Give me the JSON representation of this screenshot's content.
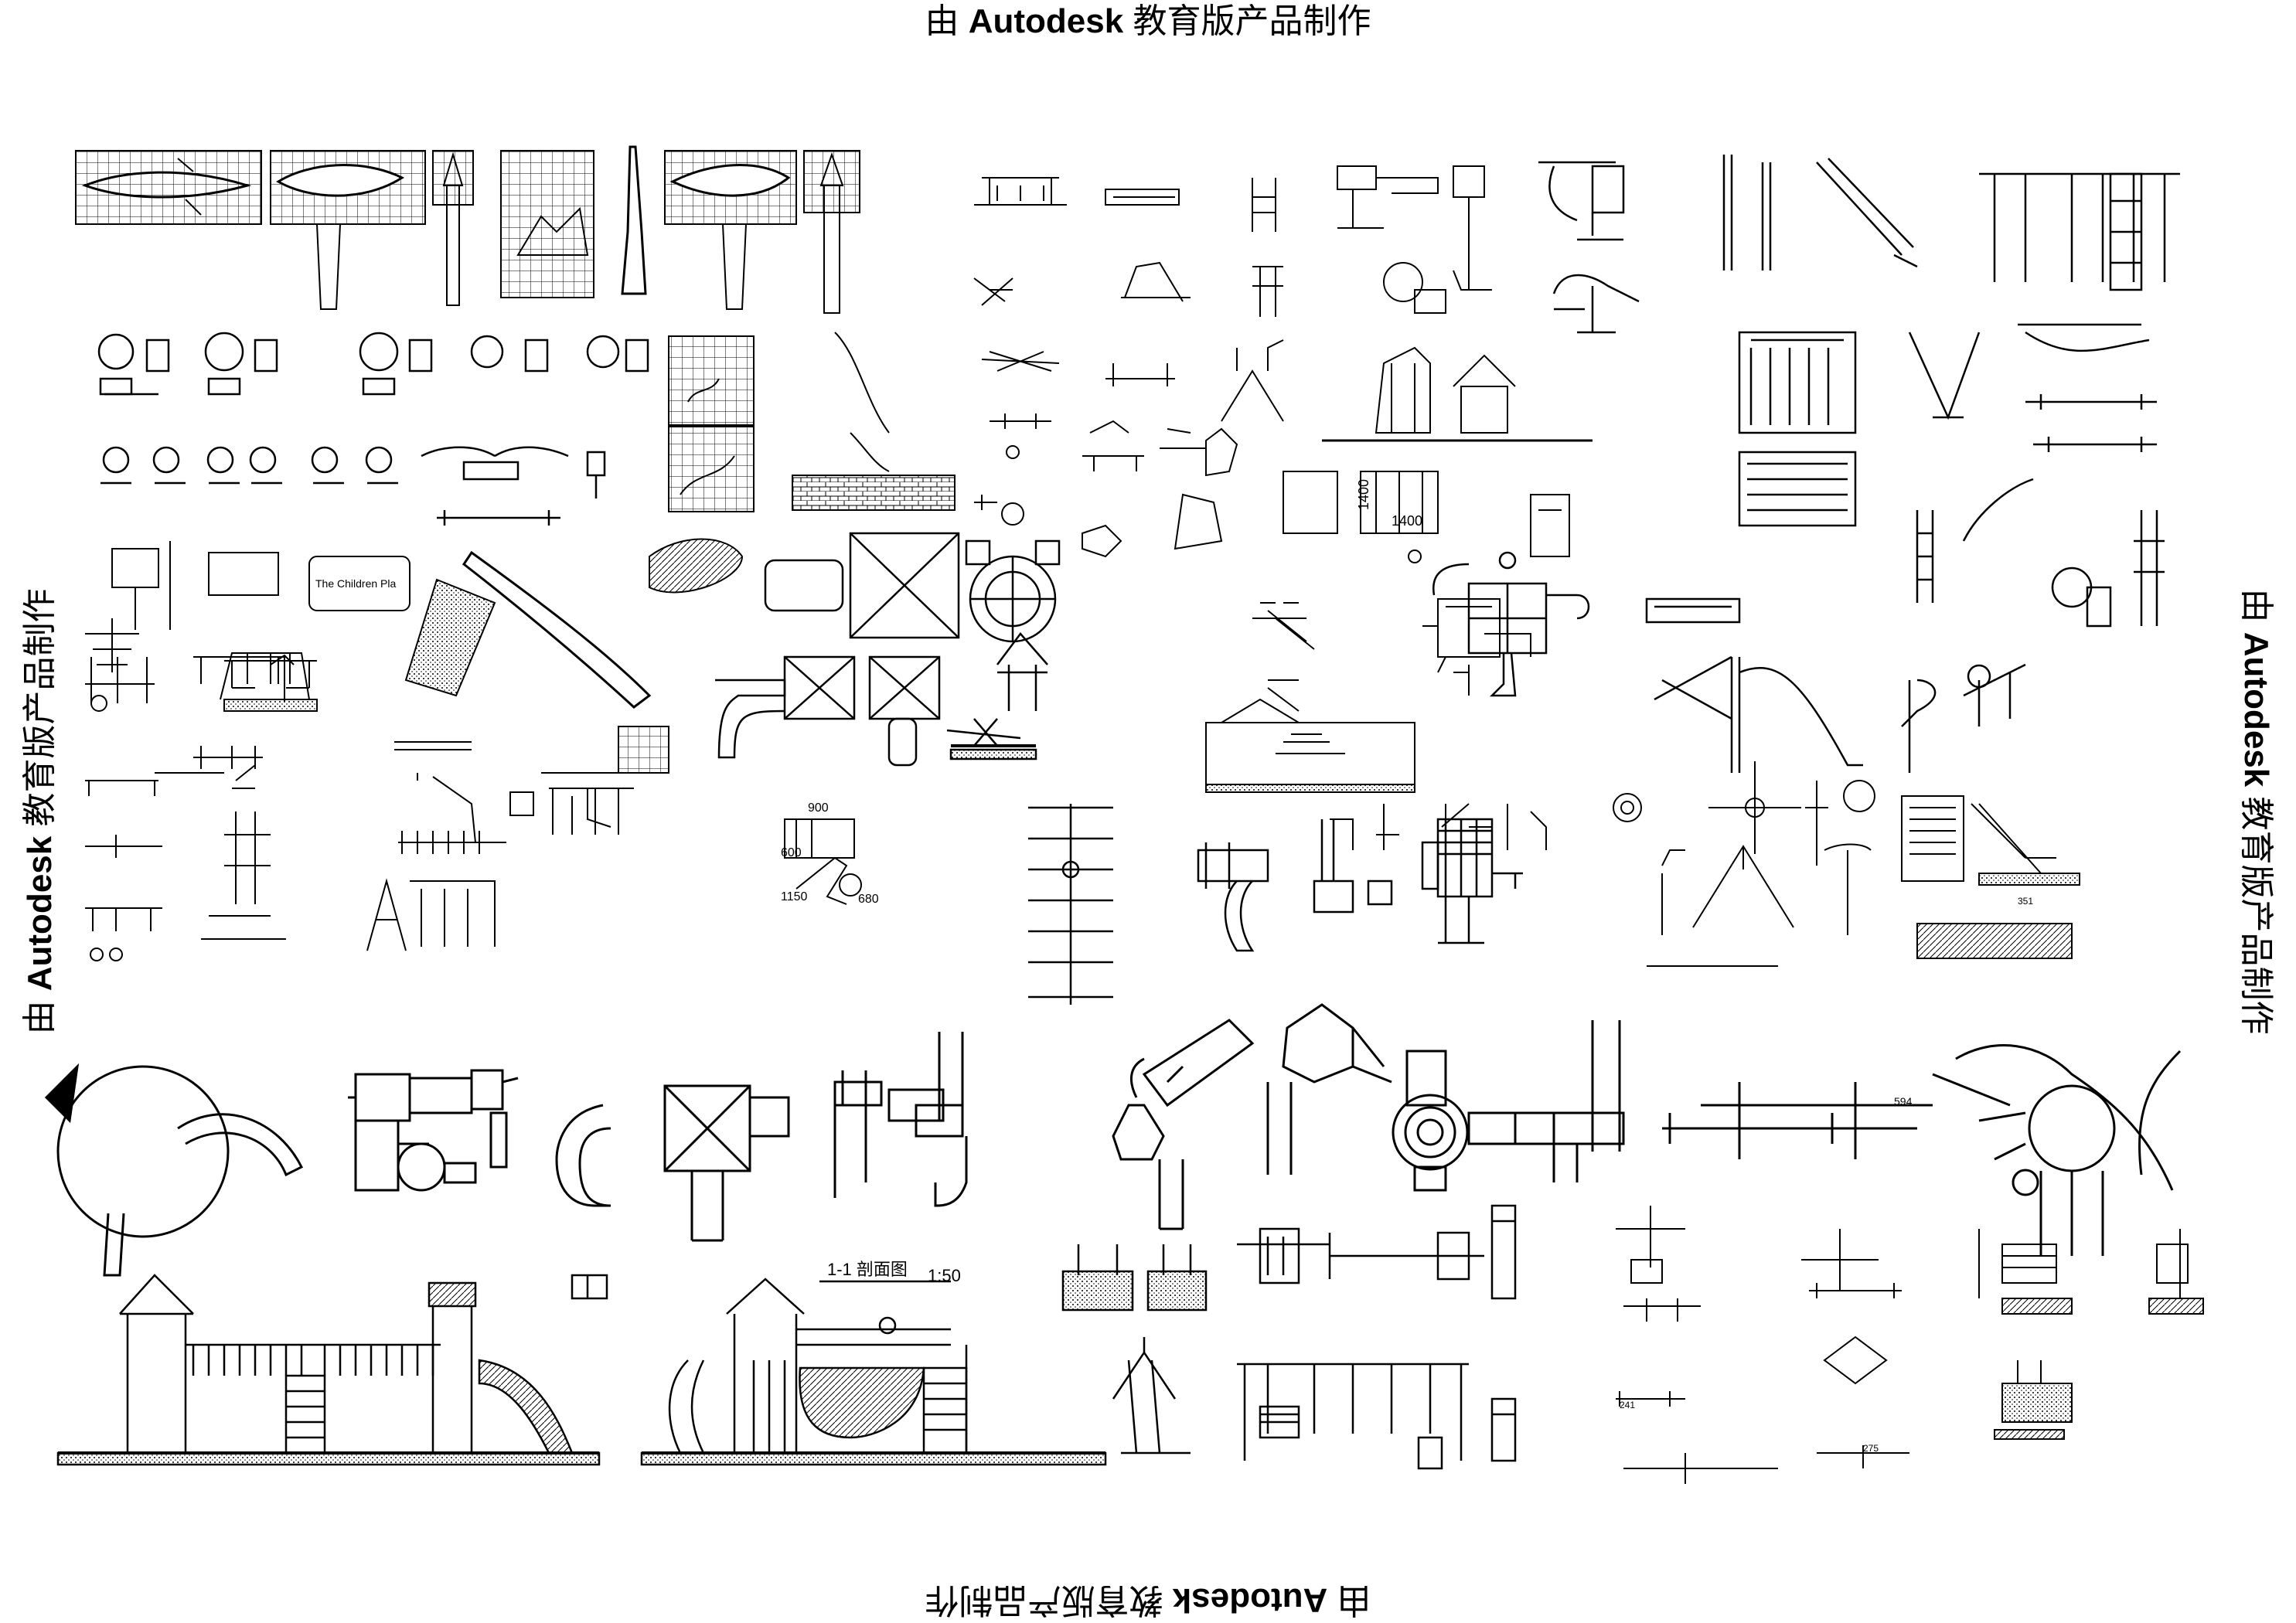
{
  "watermark": {
    "prefix": "由 ",
    "brand": "Autodesk",
    "suffix": " 教育版产品制作"
  },
  "drawing_labels": {
    "section_title": "1-1  剖面图",
    "section_scale": "1:50",
    "dim_1400_a": "1400",
    "dim_1400_b": "1400",
    "dim_900": "900",
    "dim_600": "600",
    "dim_1150": "1150",
    "dim_680": "680",
    "dim_351": "351",
    "dim_594": "594",
    "dim_275": "275",
    "dim_241": "241",
    "sign_text": "The Children Pla"
  },
  "icons": {
    "sheet": "cad-drawing-sheet"
  }
}
